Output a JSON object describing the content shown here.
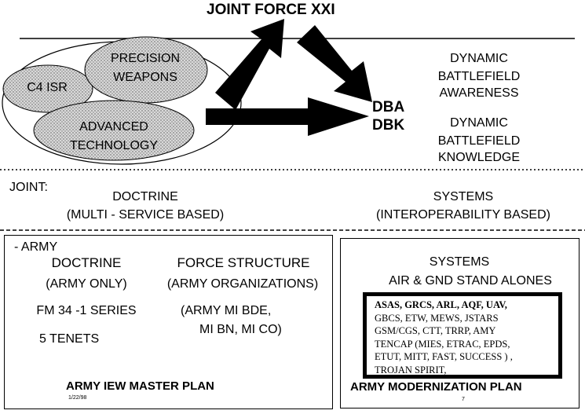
{
  "header": {
    "title": "JOINT FORCE XXI"
  },
  "ovals": {
    "c4isr": "C4 ISR",
    "precision": [
      "PRECISION",
      "WEAPONS"
    ],
    "advanced": [
      "ADVANCED",
      "TECHNOLOGY"
    ]
  },
  "outcomes": {
    "dba": "DBA",
    "dbk": "DBK",
    "awareness": [
      "DYNAMIC",
      "BATTLEFIELD",
      "AWARENESS"
    ],
    "knowledge": [
      "DYNAMIC",
      "BATTLEFIELD",
      "KNOWLEDGE"
    ]
  },
  "joint": {
    "label": "JOINT:",
    "doctrine": "DOCTRINE",
    "doctrine_basis": "(MULTI - SERVICE BASED)",
    "systems": "SYSTEMS",
    "systems_basis": "(INTEROPERABILITY BASED)"
  },
  "army": {
    "label": "- ARMY",
    "doctrine": "DOCTRINE",
    "doctrine_scope": "(ARMY ONLY)",
    "fm_series": "FM 34 -1 SERIES",
    "tenets": "5 TENETS",
    "force_structure": "FORCE STRUCTURE",
    "force_scope": "(ARMY ORGANIZATIONS)",
    "units_line1": "(ARMY MI BDE,",
    "units_line2": "MI BN, MI CO)",
    "plan": "ARMY IEW MASTER PLAN",
    "date": "1/22/98"
  },
  "systems_box": {
    "title": "SYSTEMS",
    "subtitle": "AIR & GND STAND ALONES",
    "list_bold": "ASAS, GRCS, ARL, AQF, UAV,",
    "list": [
      "GBCS, ETW, MEWS, JSTARS",
      "GSM/CGS, CTT, TRRP, AMY",
      "TENCAP (MIES, ETRAC, EPDS,",
      "ETUT, MITT, FAST, SUCCESS ) ,",
      "TROJAN SPIRIT,"
    ],
    "plan": "ARMY MODERNIZATION PLAN",
    "page": "7"
  }
}
